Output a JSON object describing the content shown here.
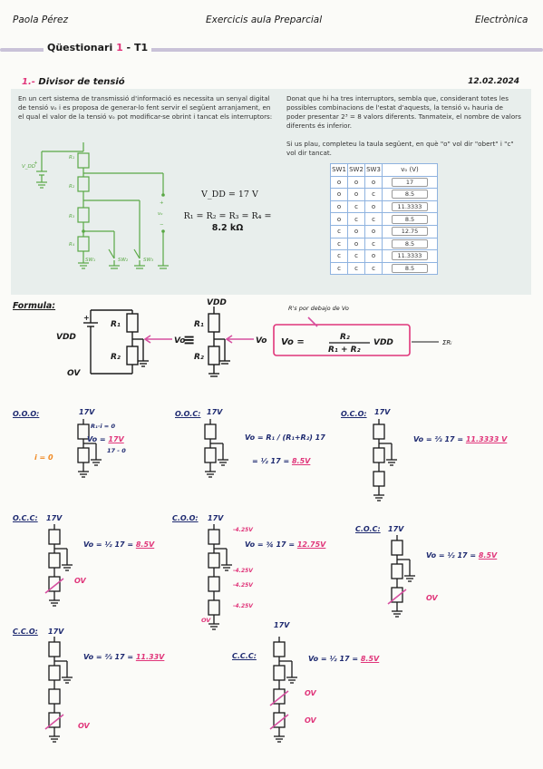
{
  "header": {
    "author": "Paola Pérez",
    "course": "Exercicis aula Preparcial",
    "subject": "Electrònica"
  },
  "questionnaire": {
    "prefix": "Qüestionari ",
    "number": "1",
    "suffix": " - T1"
  },
  "section": {
    "number": "1.-",
    "title": " Divisor de tensió",
    "date": "12.02.2024"
  },
  "exercise": {
    "p1": "En un cert sistema de transmissió d'informació es necessita un senyal digital de tensió vₒ i es proposa de generar-lo fent servir el següent arranjament, en el qual el valor de la tensió vₒ pot modificar-se obrint i tancat els interruptors:",
    "p2": "Donat que hi ha tres interruptors, sembla que, considerant totes les possibles combinacions de l'estat d'aquests, la tensió vₒ hauria de poder presentar 2³ = 8 valors diferents. Tanmateix, el nombre de valors diferents és inferior.",
    "p3": "Si us plau, completeu la taula següent, en què \"o\" vol dir \"obert\" i \"c\" vol dir tancat.",
    "eq_vdd": "V_DD = 17 V",
    "eq_r": "R₁ = R₂ = R₃ = R₄ =",
    "eq_r_val": "8.2 kΩ",
    "circuit_labels": {
      "vdd": "V_DD",
      "r1": "R₁",
      "r2": "R₂",
      "r3": "R₃",
      "r4": "R₄",
      "sw1": "SW₁",
      "sw2": "SW₂",
      "sw3": "SW₃",
      "vo": "vₒ",
      "plus": "+",
      "minus": "−"
    }
  },
  "table": {
    "headers": [
      "SW1",
      "SW2",
      "SW3",
      "vₒ (V)"
    ],
    "rows": [
      [
        "o",
        "o",
        "o",
        "17"
      ],
      [
        "o",
        "o",
        "c",
        "8.5"
      ],
      [
        "o",
        "c",
        "o",
        "11.3333"
      ],
      [
        "o",
        "c",
        "c",
        "8.5"
      ],
      [
        "c",
        "o",
        "o",
        "12.75"
      ],
      [
        "c",
        "o",
        "c",
        "8.5"
      ],
      [
        "c",
        "c",
        "o",
        "11.3333"
      ],
      [
        "c",
        "c",
        "c",
        "8.5"
      ]
    ]
  },
  "formula": {
    "label": "Formula:",
    "vdd": "VDD",
    "r1": "R₁",
    "r2": "R₂",
    "vo": "Vo",
    "ov": "OV",
    "equiv": "≡",
    "note": "R's por debajo de Vo",
    "eq_left": "Vo =",
    "eq_num": "R₂",
    "eq_den": "R₁ + R₂",
    "eq_tail": "VDD",
    "sum_note": "ΣRᵢ"
  },
  "cases": [
    {
      "label": "O.O.O:",
      "supply": "17V",
      "eq": "Vo = ",
      "result": "17V",
      "extra": "17 - 0",
      "r1note": "R₁·i = 0",
      "inote": "i = 0"
    },
    {
      "label": "O.O.C:",
      "supply": "17V",
      "eq": "Vo = R₁ / (R₁+R₂) 17",
      "eq2": "= ½ 17 = ",
      "result": "8.5V"
    },
    {
      "label": "O.C.O:",
      "supply": "17V",
      "eq": "Vo = ⅔ 17 = ",
      "result": "11.3333 V"
    },
    {
      "label": "O.C.C:",
      "supply": "17V",
      "eq": "Vo = ½ 17 = ",
      "result": "8.5V",
      "ov": "OV"
    },
    {
      "label": "C.O.O:",
      "supply": "17V",
      "eq": "Vo = ¾ 17 = ",
      "result": "12.75V",
      "drops": [
        "-4.25V",
        "-4.25V",
        "-4.25V",
        "-4.25V"
      ],
      "ov": "OV"
    },
    {
      "label": "C.O.C:",
      "supply": "17V",
      "eq": "Vo = ½ 17 = ",
      "result": "8.5V",
      "ov": "OV"
    },
    {
      "label": "C.C.O:",
      "supply": "17V",
      "eq": "Vo = ⅔ 17 = ",
      "result": "11.33V",
      "ov": "OV"
    },
    {
      "label": "C.C.C:",
      "supply": "17V",
      "eq": "Vo = ½ 17 = ",
      "result": "8.5V",
      "ov1": "OV",
      "ov2": "OV"
    }
  ],
  "colors": {
    "accent": "#e0357a",
    "ink": "#1e2a70",
    "circuit_green": "#5aa845",
    "box_bg": "#e8eeec",
    "table_border": "#8fb3e0",
    "orange": "#f08a24"
  }
}
